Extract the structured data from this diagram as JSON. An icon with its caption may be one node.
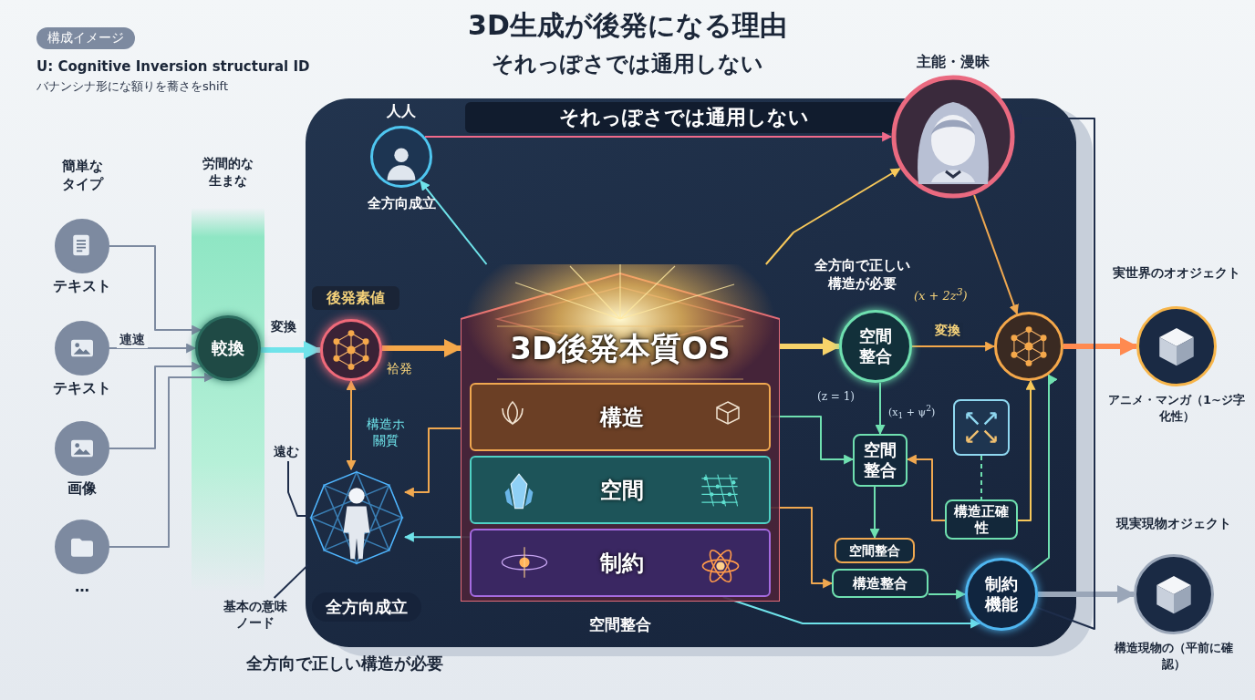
{
  "diagram": {
    "title": "3D生成が後発になる理由",
    "nodes": [
      {
        "text": [
          "それっぽさでは通用しない"
        ]
      },
      {
        "text": [],
        "shape": "circle",
        "beside": [
          "テキスト"
        ]
      },
      {
        "text": [],
        "shape": "circle",
        "beside": [
          "テキスト"
        ]
      },
      {
        "text": [],
        "shape": "circle",
        "beside": [
          "画像"
        ]
      },
      {
        "text": [],
        "shape": "circle",
        "beside": [
          "…"
        ]
      },
      {
        "text": [
          "労間的な生まな"
        ]
      },
      {
        "text": [
          "較換"
        ],
        "in": 5
      },
      {
        "text": [
          "人人",
          "全方向成立"
        ],
        "in": 0
      },
      {
        "text": [
          "後発素値"
        ],
        "in": 0
      },
      {
        "text": [
          "3D後発本質OS"
        ],
        "in": 0
      },
      {
        "text": [
          "構造"
        ],
        "in": 9
      },
      {
        "text": [
          "空間"
        ],
        "in": 9
      },
      {
        "text": [
          "制約"
        ],
        "in": 9
      },
      {
        "text": [],
        "shape": "person",
        "in": 0
      },
      {
        "text": [
          "遠む"
        ]
      },
      {
        "text": [
          "基本の意味ノード"
        ]
      },
      {
        "text": [
          "全方向成立"
        ],
        "in": 0
      },
      {
        "text": [
          "主能・漫昧"
        ]
      },
      {
        "text": [
          "空間整合"
        ],
        "in": 0
      },
      {
        "text": [],
        "shape": "circle",
        "in": 0
      },
      {
        "text": [
          "空間整合"
        ],
        "in": 0
      },
      {
        "text": [],
        "shape": "box",
        "in": 0
      },
      {
        "text": [
          "構造正確性"
        ],
        "in": 0
      },
      {
        "text": [
          "空間整合"
        ],
        "in": 0
      },
      {
        "text": [
          "構造整合"
        ],
        "in": 0
      },
      {
        "text": [
          "制約機能"
        ],
        "in": 0
      },
      {
        "text": [],
        "shape": "circle",
        "beside": [
          "実世界のオオジェクト",
          "アニメ・マンガ（1~ジ字化性）"
        ]
      },
      {
        "text": [],
        "shape": "circle",
        "beside": [
          "現実現物オジェクト",
          "構造現物の（平前に確認）"
        ]
      }
    ],
    "edges": [
      {
        "from": 1,
        "to": 6,
        "arrow": "to",
        "color": "#7d8aa0"
      },
      {
        "from": 2,
        "to": 6,
        "arrow": "to",
        "label": "連速",
        "color": "#7d8aa0"
      },
      {
        "from": 3,
        "to": 6,
        "arrow": "to",
        "color": "#7d8aa0"
      },
      {
        "from": 4,
        "to": 6,
        "arrow": "to",
        "color": "#7d8aa0"
      },
      {
        "from": 6,
        "to": 8,
        "arrow": "to",
        "label": "変換",
        "style": "thick",
        "color": "#6fe3ea"
      },
      {
        "from": 8,
        "to": 9,
        "arrow": "to",
        "style": "thick",
        "color": "#f5a84a"
      },
      {
        "from": 9,
        "to": 18,
        "arrow": "to",
        "style": "thick",
        "color": "#f7d36a"
      },
      {
        "from": 18,
        "to": 19,
        "arrow": "to",
        "label": "変換",
        "color": "#f5a84a"
      },
      {
        "from": 19,
        "to": 26,
        "arrow": "to",
        "style": "thick",
        "color": "#ff8a50"
      },
      {
        "from": 25,
        "to": 27,
        "arrow": "to",
        "style": "thick",
        "color": "#9aa6b8"
      },
      {
        "from": 13,
        "to": 8,
        "arrow": "both",
        "color": "#f0a850"
      },
      {
        "from": 14,
        "to": 13,
        "arrow": "none",
        "color": "#1e2d4a"
      },
      {
        "from": 15,
        "to": 13,
        "arrow": "none",
        "color": "#1e2d4a"
      },
      {
        "from": 9,
        "to": 7,
        "arrow": "to",
        "color": "#6fe3ea"
      },
      {
        "from": 9,
        "to": 17,
        "arrow": "to",
        "color": "#f7c85a"
      },
      {
        "from": 17,
        "to": 19,
        "arrow": "to",
        "color": "#f0a850"
      },
      {
        "from": 18,
        "to": 20,
        "arrow": "to"
      },
      {
        "from": 20,
        "to": 23,
        "arrow": "to"
      },
      {
        "from": 22,
        "to": 20,
        "arrow": "to",
        "color": "#f0a850"
      },
      {
        "from": 22,
        "to": 19,
        "arrow": "to",
        "color": "#f7c85a"
      },
      {
        "from": 21,
        "to": 22,
        "arrow": "none",
        "style": "dashed"
      },
      {
        "from": 24,
        "to": 25,
        "arrow": "to"
      },
      {
        "from": 25,
        "to": 19,
        "arrow": "to"
      },
      {
        "from": 12,
        "to": 25,
        "arrow": "to",
        "color": "#6fe3ea"
      },
      {
        "from": 11,
        "to": 24,
        "arrow": "to",
        "color": "#f0a850"
      },
      {
        "from": 10,
        "to": 20,
        "arrow": "to"
      },
      {
        "from": 12,
        "to": 13,
        "arrow": "to",
        "color": "#6fe3ea"
      },
      {
        "from": 9,
        "to": 13,
        "arrow": "to",
        "color": "#f0a850"
      },
      {
        "from": 25,
        "to": 17,
        "arrow": "to",
        "color": "#1e2d4a"
      },
      {
        "from": 7,
        "to": 17,
        "arrow": "to",
        "color": "#f06a8a"
      }
    ],
    "labels": [
      "構成イメージ",
      "U: Cognitive Inversion structural ID",
      "バナンシナ形にな額りを蕎さをshift",
      "それっぽさでは通用しない",
      "簡単なタイプ",
      "袷発",
      "構造ホ關質",
      "全方向で正しい構造が必要",
      "(x + 2z$^{3}$)",
      "(z = 1)",
      "(x$_{1}$ + ψ$^{2}$)",
      "空間整合",
      "全方向で正しい構造が必要"
    ]
  }
}
